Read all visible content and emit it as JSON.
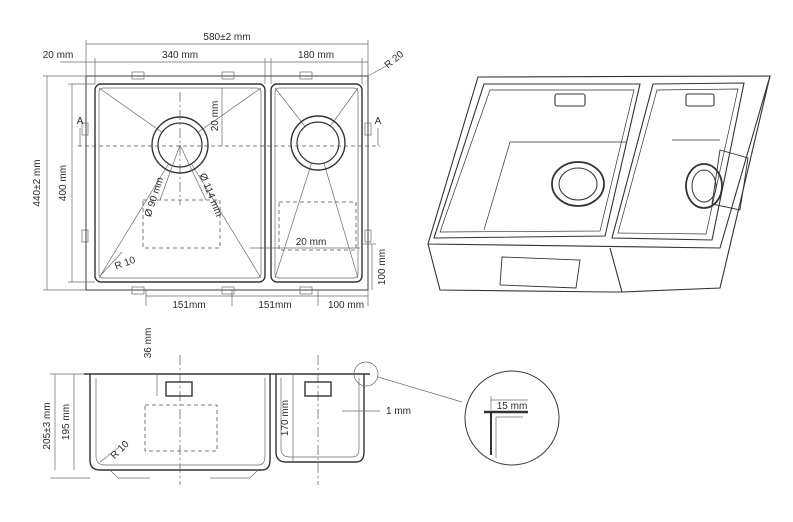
{
  "top_view": {
    "overall_width": "580±2 mm",
    "edge_left": "20 mm",
    "left_bowl_width": "340 mm",
    "right_bowl_width": "180 mm",
    "corner_outer_radius": "R 20",
    "section_mark_left": "A",
    "section_mark_right": "A",
    "overall_depth": "440±2 mm",
    "bowl_depth": "400 mm",
    "drain_offset": "20 mm",
    "drain_diameter_inner": "Ø 90 mm",
    "drain_diameter_outer": "Ø 114 mm",
    "corner_inner_radius": "R 10",
    "divider_offset": "20 mm",
    "right_edge_depth": "100 mm",
    "bottom_dim_1": "151mm",
    "bottom_dim_2": "151mm",
    "bottom_dim_3": "100 mm"
  },
  "section_view": {
    "overflow_height": "36 mm",
    "total_height": "205±3 mm",
    "left_bowl_height": "195 mm",
    "right_bowl_height": "170 mm",
    "wall_thickness": "1 mm",
    "inner_radius": "R 10"
  },
  "detail_view": {
    "rim_width": "15 mm"
  }
}
